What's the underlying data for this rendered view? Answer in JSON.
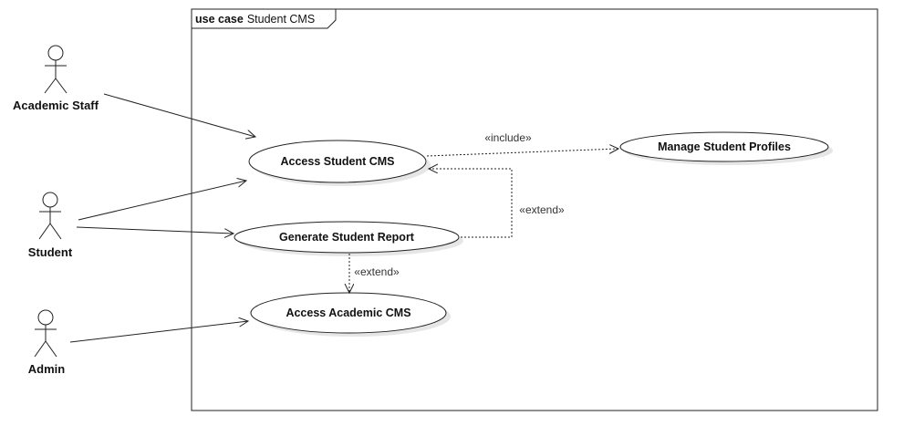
{
  "frame": {
    "keyword": "use case",
    "name": "Student CMS"
  },
  "actors": [
    {
      "id": "academic-staff",
      "label": "Academic Staff"
    },
    {
      "id": "student",
      "label": "Student"
    },
    {
      "id": "admin",
      "label": "Admin"
    }
  ],
  "use_cases": [
    {
      "id": "access-student-cms",
      "label": "Access Student CMS"
    },
    {
      "id": "manage-student-profiles",
      "label": "Manage Student Profiles"
    },
    {
      "id": "generate-student-report",
      "label": "Generate Student Report"
    },
    {
      "id": "access-academic-cms",
      "label": "Access Academic CMS"
    }
  ],
  "relationships": [
    {
      "type": "association",
      "from": "academic-staff",
      "to": "access-student-cms"
    },
    {
      "type": "association",
      "from": "student",
      "to": "access-student-cms"
    },
    {
      "type": "association",
      "from": "student",
      "to": "generate-student-report"
    },
    {
      "type": "association",
      "from": "admin",
      "to": "access-academic-cms"
    },
    {
      "type": "include",
      "from": "access-student-cms",
      "to": "manage-student-profiles",
      "label": "«include»"
    },
    {
      "type": "extend",
      "from": "generate-student-report",
      "to": "access-student-cms",
      "label": "«extend»"
    },
    {
      "type": "extend",
      "from": "generate-student-report",
      "to": "access-academic-cms",
      "label": "«extend»"
    }
  ],
  "colors": {
    "stroke": "#222222",
    "shadow": "#e6e6e6",
    "fill": "#ffffff"
  }
}
